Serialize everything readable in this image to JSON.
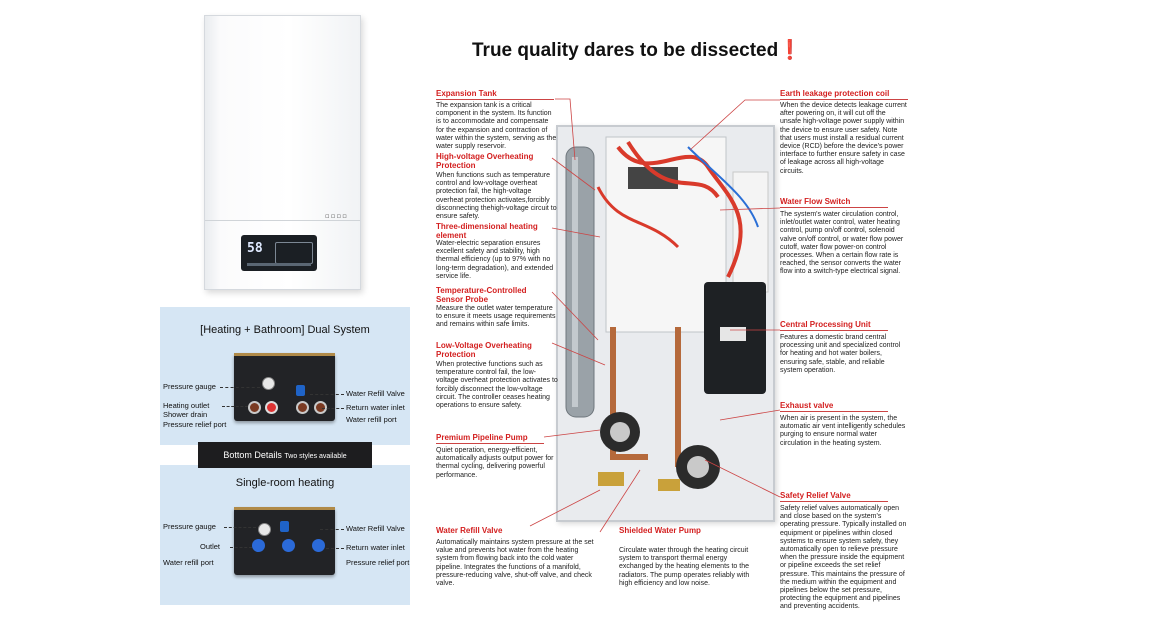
{
  "title": {
    "text": "True quality dares to be dissected",
    "mark": "❗"
  },
  "unit_display": {
    "value": "58"
  },
  "dual_system": {
    "title": "[Heating + Bathroom] Dual System",
    "labels_left": [
      "Pressure gauge",
      "Heating outlet",
      "Shower drain",
      "Pressure relief port"
    ],
    "labels_right": [
      "Water Refill Valve",
      "Return water inlet",
      "Water refill port"
    ]
  },
  "bottom_details": {
    "label": "Bottom Details",
    "sub": "Two styles available"
  },
  "single_room": {
    "title": "Single-room heating",
    "labels_left": [
      "Pressure gauge",
      "Outlet",
      "Water refill port"
    ],
    "labels_right": [
      "Water Refill Valve",
      "Return water inlet",
      "Pressure relief port"
    ]
  },
  "callouts_left": [
    {
      "title": "Expansion Tank",
      "body": "The expansion tank is a critical component in the system. Its function is to accommodate and compensate for the expansion and contraction of water within the system, serving as the water supply reservoir."
    },
    {
      "title": "High-voltage Overheating Protection",
      "body": "When functions such as temperature control and low-voltage overheat protection fail, the high-voltage overheat protection activates,forcibly disconnecting thehigh-voltage circuit to ensure safety."
    },
    {
      "title": "Three-dimensional heating element",
      "body": "Water-electric separation ensures excellent safety and stability, high thermal efficiency (up to 97% with no long-term degradation), and extended service life."
    },
    {
      "title": "Temperature-Controlled Sensor Probe",
      "body": "Measure the outlet water temperature to ensure it meets usage requirements and remains within safe limits."
    },
    {
      "title": "Low-Voltage Overheating Protection",
      "body": "When protective functions such as temperature control fail, the low-voltage overheat protection activates to forcibly disconnect the low-voltage circuit. The controller ceases heating operations to ensure safety."
    },
    {
      "title": "Premium Pipeline Pump",
      "body": "Quiet operation, energy-efficient, automatically adjusts output power for thermal cycling, delivering powerful performance."
    },
    {
      "title": "Water Refill Valve",
      "body": "Automatically maintains system pressure at the set value and prevents hot water from the heating system from flowing back into the cold water pipeline. Integrates the functions of a manifold, pressure-reducing valve, shut-off valve, and check valve."
    },
    {
      "title": "Shielded Water Pump",
      "body": "Circulate water through the heating circuit system to transport thermal energy exchanged by the heating elements to the radiators. The pump operates reliably with high efficiency and low noise."
    }
  ],
  "callouts_right": [
    {
      "title": "Earth leakage protection coil",
      "body": "When the device detects leakage current after powering on, it will cut off the unsafe high-voltage power supply within the device to ensure user safety. Note that users must install a residual current device (RCD) before the device's power interface to further ensure safety in case of leakage across all high-voltage circuits."
    },
    {
      "title": "Water Flow Switch",
      "body": "The system's water circulation control, inlet/outlet water control, water heating control, pump on/off control, solenoid valve on/off control, or water flow power cutoff, water flow power-on control processes. When a certain flow rate is reached, the sensor converts the water flow into a switch-type electrical signal."
    },
    {
      "title": "Central Processing Unit",
      "body": "Features a domestic brand central processing unit and specialized control for heating and hot water boilers, ensuring safe, stable, and reliable system operation."
    },
    {
      "title": "Exhaust valve",
      "body": "When air is present in the system, the automatic air vent intelligently schedules purging to ensure normal water circulation in the heating system."
    },
    {
      "title": "Safety Relief Valve",
      "body": "Safety relief valves automatically open and close based on the system's operating pressure. Typically installed on equipment or pipelines within closed systems to ensure system safety, they automatically open to relieve pressure when the pressure inside the equipment or pipeline exceeds the set relief pressure. This maintains the pressure of the medium within the equipment and pipelines below the set pressure, protecting the equipment and pipelines and preventing accidents."
    }
  ],
  "colors": {
    "accent": "#d31f1f",
    "panel": "#d6e6f4",
    "pipe": "#d93a2b"
  }
}
